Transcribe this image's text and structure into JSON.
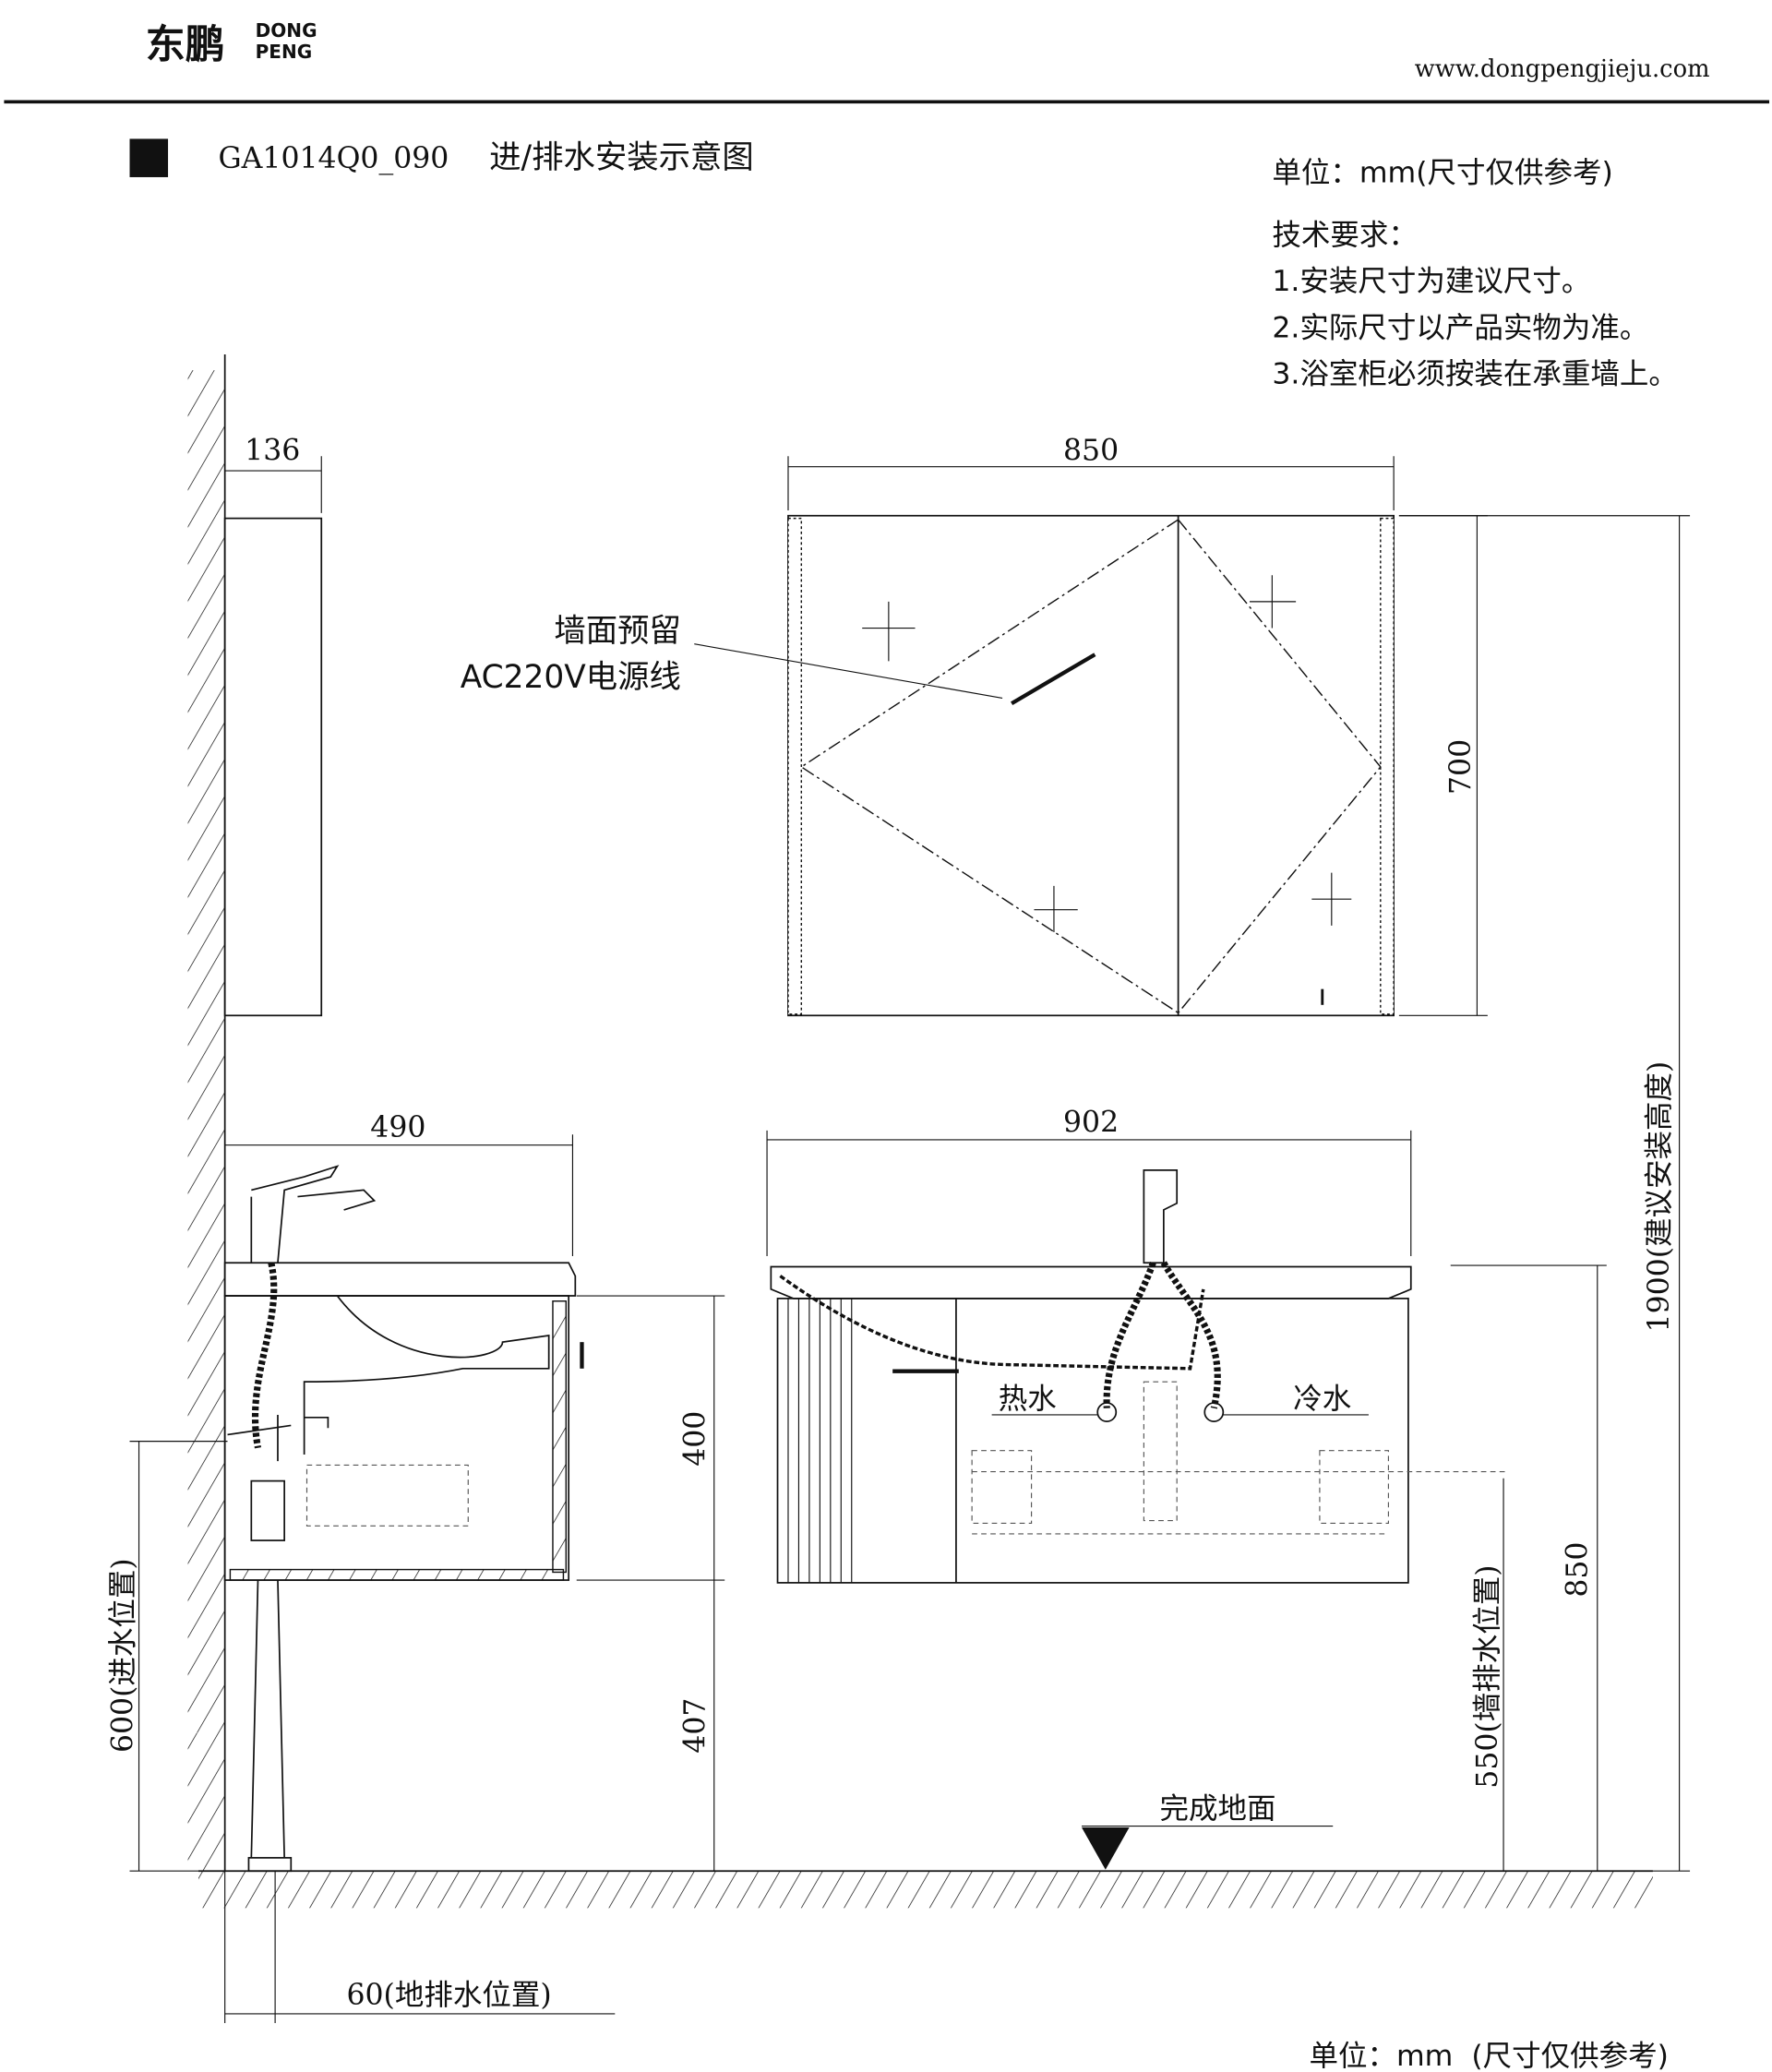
{
  "header": {
    "logo_cn": "东鹏",
    "logo_en_1": "DONG",
    "logo_en_2": "PENG",
    "website": "www.dongpengjieju.com"
  },
  "title": {
    "model": "GA1014Q0_090",
    "name": "进/排水安装示意图"
  },
  "notes": {
    "unit": "单位：mm(尺寸仅供参考)",
    "heading": "技术要求：",
    "items": [
      "1.安装尺寸为建议尺寸。",
      "2.实际尺寸以产品实物为准。",
      "3.浴室柜必须按装在承重墙上。"
    ]
  },
  "labels": {
    "power_1": "墙面预留",
    "power_2": "AC220V电源线",
    "hot_water": "热水",
    "cold_water": "冷水",
    "floor": "完成地面",
    "floor_drain": "60(地排水位置)",
    "inlet": "600(进水位置)",
    "wall_drain": "550(墙排水位置)",
    "install_height": "1900(建议安装高度)"
  },
  "dimensions": {
    "mirror_depth": "136",
    "mirror_width": "850",
    "mirror_height": "700",
    "cabinet_depth": "490",
    "cabinet_width": "902",
    "cabinet_height": "400",
    "cabinet_floor_gap": "407",
    "top_height": "850"
  },
  "footer": {
    "unit": "单位：mm  (尺寸仅供参考)"
  }
}
